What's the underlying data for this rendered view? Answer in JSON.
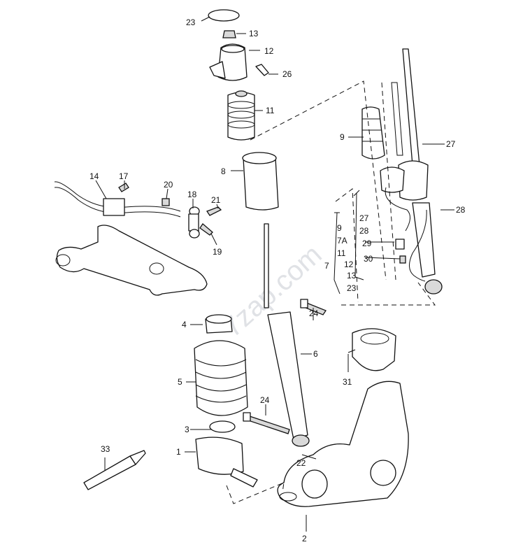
{
  "watermark": "7zap.com",
  "callouts": {
    "c1": "1",
    "c2": "2",
    "c3": "3",
    "c4": "4",
    "c5": "5",
    "c6": "6",
    "c7": "7",
    "c8": "8",
    "c9": "9",
    "c11": "11",
    "c12": "12",
    "c13": "13",
    "c14": "14",
    "c17": "17",
    "c18": "18",
    "c19": "19",
    "c20": "20",
    "c21": "21",
    "c22": "22",
    "c23": "23",
    "c24a": "24",
    "c24b": "24",
    "c26": "26",
    "c27": "27",
    "c28": "28",
    "c31": "31",
    "c33": "33"
  },
  "group_list": [
    "9",
    "7A",
    "11",
    "12",
    "13",
    "23"
  ],
  "sensor_group": [
    "27",
    "28",
    "29",
    "30"
  ]
}
